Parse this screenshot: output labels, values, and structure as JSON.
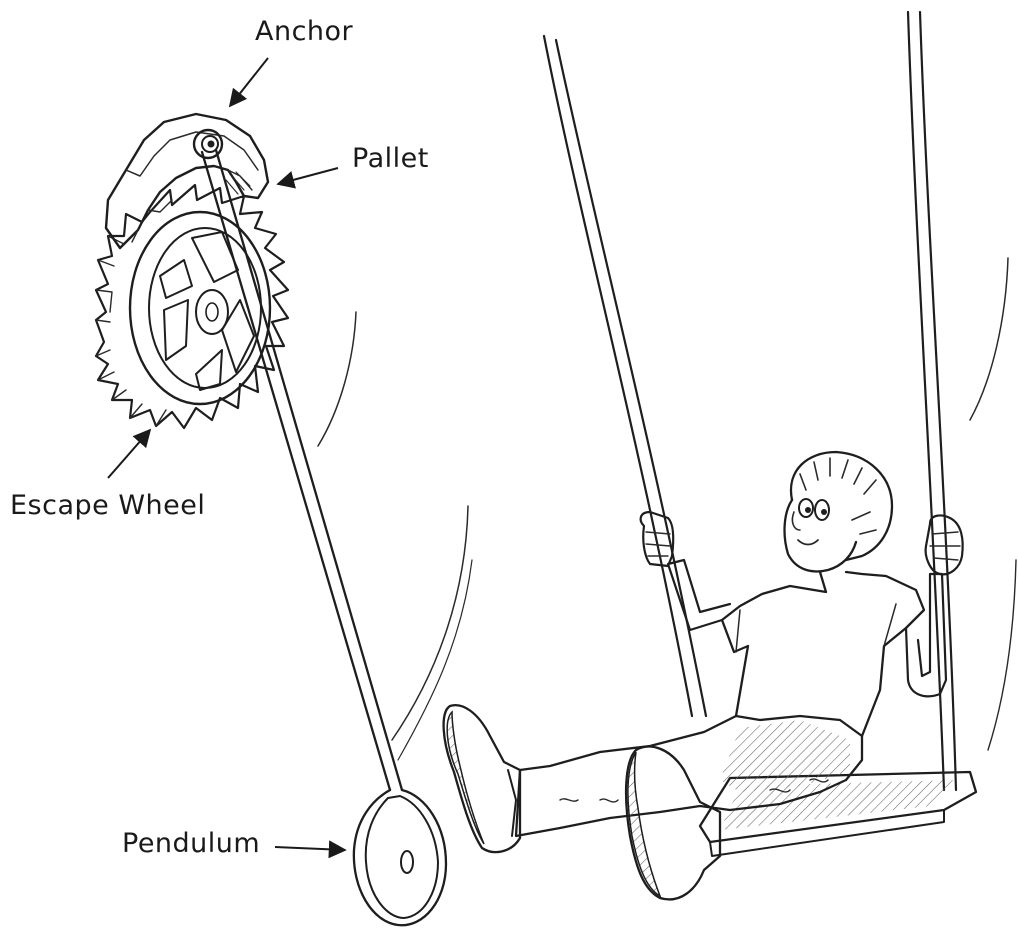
{
  "labels": {
    "anchor": "Anchor",
    "pallet": "Pallet",
    "escape_wheel": "Escape Wheel",
    "pendulum": "Pendulum"
  },
  "colors": {
    "ink": "#1e1e1e",
    "background": "#ffffff"
  }
}
